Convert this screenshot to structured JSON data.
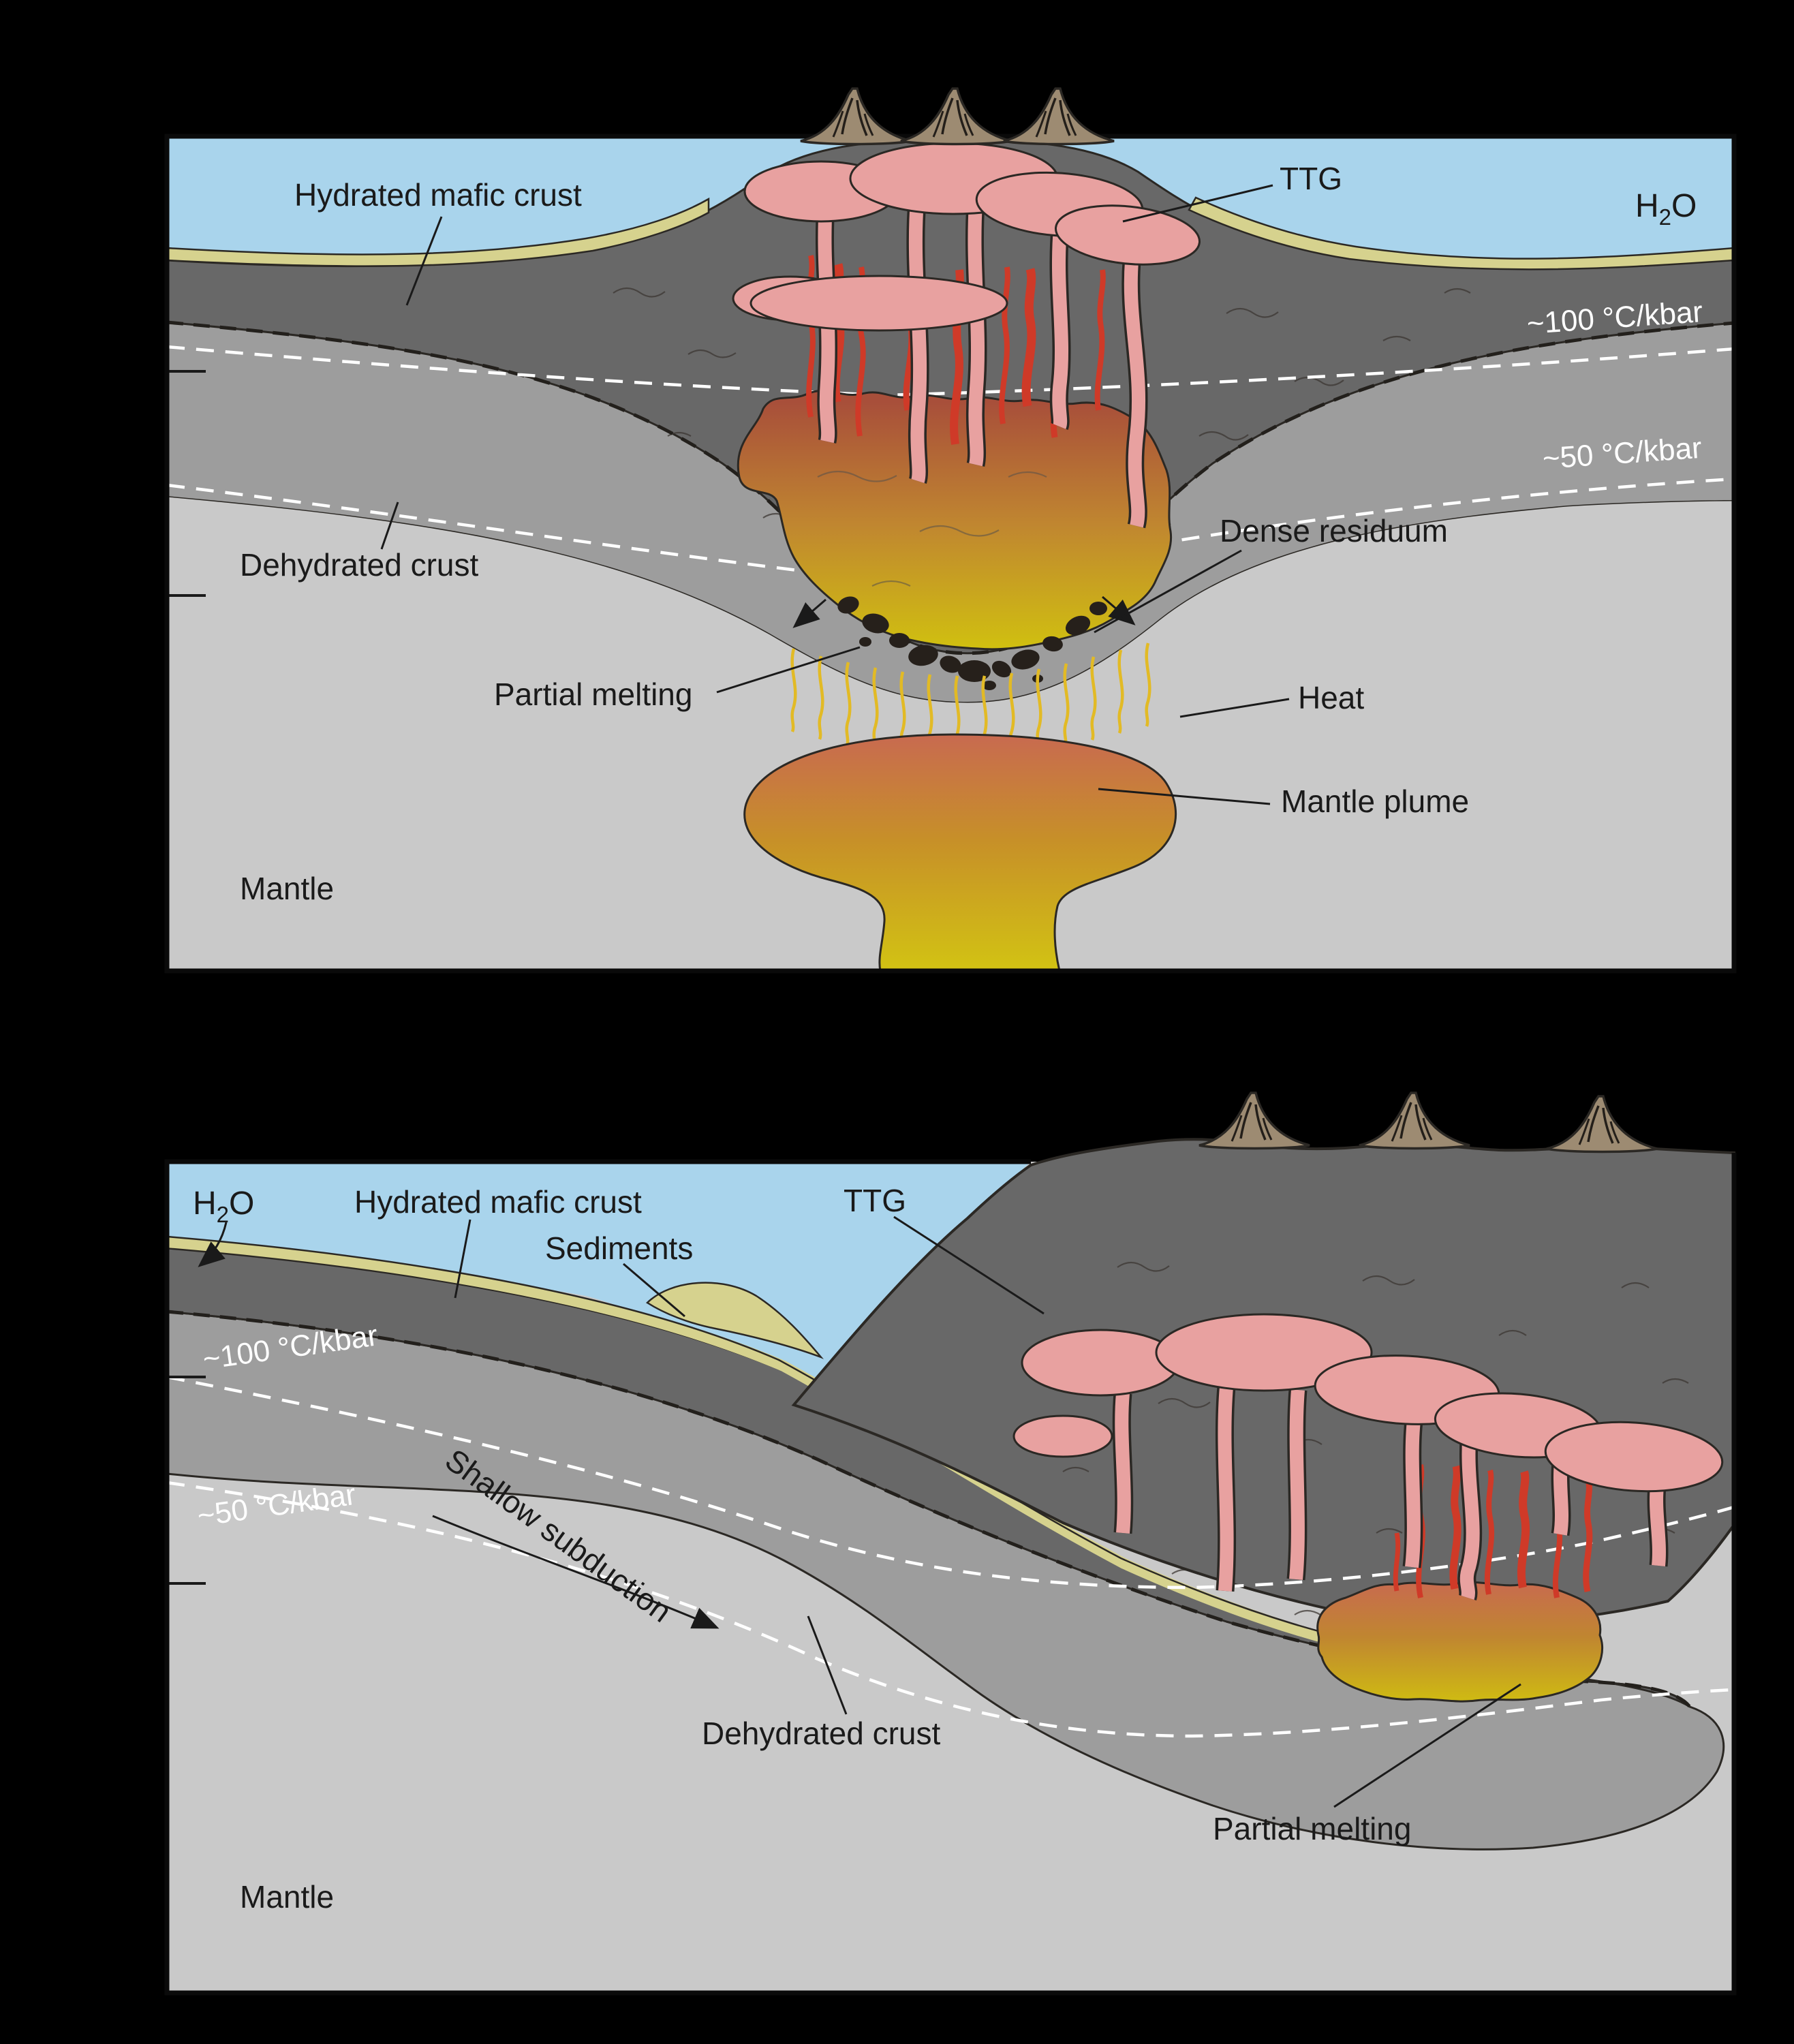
{
  "figure": {
    "type": "geological-cross-section-diagram",
    "panel_count": 2,
    "panels": [
      "mantle-plume-model",
      "shallow-subduction-model"
    ]
  },
  "colors": {
    "background": "#000000",
    "water": "#a9d4ec",
    "sediment": "#d6d28e",
    "crust_hydrated": "#686868",
    "crust_dehydrated": "#9d9d9d",
    "mantle": "#c9c9c9",
    "ttg_pink": "#e8a1a0",
    "dike_red": "#cf3a28",
    "melt_red": "#a84f3a",
    "melt_orange": "#c08630",
    "melt_yellow": "#d0bf10",
    "plume_salmon": "#c86a50",
    "plume_orange": "#c79028",
    "plume_yellow": "#d2c313",
    "residuum": "#26201b",
    "heat": "#e2ba25",
    "volcano": "#9d8b72",
    "outline": "#2b2824",
    "label": "#1a1a1a",
    "isotherm_label": "#ffffff"
  },
  "top": {
    "hydrated_mafic_crust": "Hydrated mafic crust",
    "ttg": "TTG",
    "h2o": {
      "h": "H",
      "sub": "2",
      "o": "O"
    },
    "iso_100": "~100 °C/kbar",
    "iso_50": "~50 °C/kbar",
    "dense_residuum": "Dense residuum",
    "dehydrated_crust": "Dehydrated crust",
    "partial_melting": "Partial melting",
    "heat": "Heat",
    "mantle_plume": "Mantle plume",
    "mantle": "Mantle"
  },
  "bottom": {
    "h2o": {
      "h": "H",
      "sub": "2",
      "o": "O"
    },
    "hydrated_mafic_crust": "Hydrated mafic crust",
    "sediments": "Sediments",
    "ttg": "TTG",
    "iso_100": "~100 °C/kbar",
    "shallow_subduction": "Shallow subduction",
    "iso_50": "~50 °C/kbar",
    "dehydrated_crust": "Dehydrated crust",
    "partial_melting": "Partial melting",
    "mantle": "Mantle"
  }
}
